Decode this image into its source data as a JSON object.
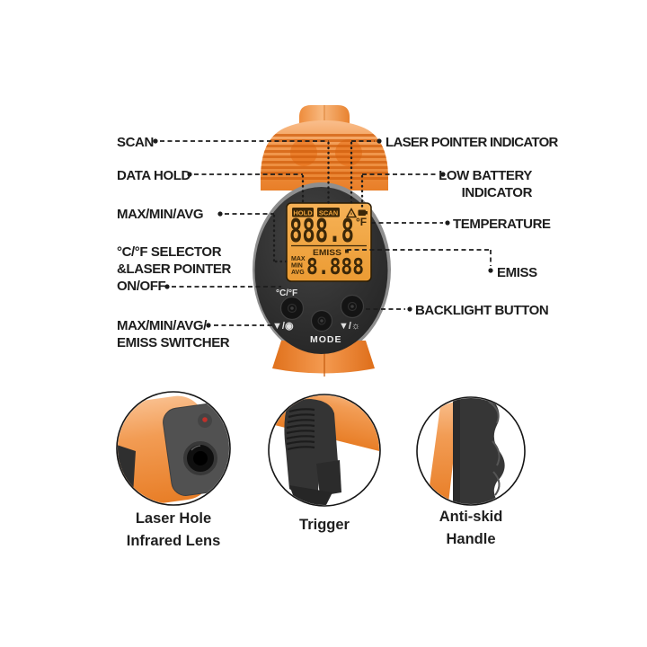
{
  "labels": {
    "scan": "SCAN",
    "data_hold": "DATA HOLD",
    "max_min_avg": "MAX/MIN/AVG",
    "selector_l1": "°C/°F SELECTOR",
    "selector_l2": "&LASER POINTER",
    "selector_l3": "ON/OFF",
    "switcher_l1": "MAX/MIN/AVG/",
    "switcher_l2": "EMISS SWITCHER",
    "laser_indicator": "LASER POINTER INDICATOR",
    "low_battery_l1": "LOW BATTERY",
    "low_battery_l2": "INDICATOR",
    "temperature": "TEMPERATURE",
    "emiss": "EMISS",
    "backlight": "BACKLIGHT BUTTON"
  },
  "display": {
    "hold_badge": "HOLD",
    "scan_badge": "SCAN",
    "main_value": "888.8",
    "unit": "°F",
    "emiss_label": "EMISS",
    "max": "MAX",
    "min": "MIN",
    "avg": "AVG",
    "sub_value": "8.888"
  },
  "buttons": {
    "cf_label": "°C/°F",
    "mode_label": "MODE",
    "minmax_symbol": "▼/◉",
    "backlight_symbol": "▼/☼"
  },
  "captions": {
    "lens_l1": "Laser Hole",
    "lens_l2": "Infrared Lens",
    "trigger": "Trigger",
    "handle_l1": "Anti-skid",
    "handle_l2": "Handle"
  },
  "colors": {
    "body_orange": "#EE7F2B",
    "body_dark": "#2B2B2B",
    "lcd_amber": "#F0A43F",
    "lcd_ink": "#3B2708",
    "leader_line": "#1C1C1C",
    "laser_red": "#C0302A"
  }
}
